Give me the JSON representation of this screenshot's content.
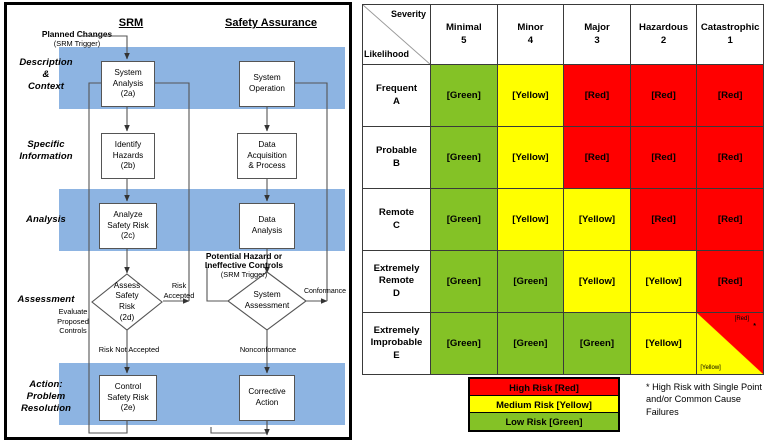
{
  "flow_diagram": {
    "column_titles": [
      {
        "label": "SRM"
      },
      {
        "label": "Safety Assurance"
      }
    ],
    "entry_note": {
      "line1": "Planned Changes",
      "line2": "(SRM Trigger)"
    },
    "stage_labels": [
      {
        "label": "Description\n&\nContext"
      },
      {
        "label": "Specific\nInformation"
      },
      {
        "label": "Analysis"
      },
      {
        "label": "Assessment"
      },
      {
        "label": "Action:\nProblem\nResolution"
      }
    ],
    "srm_boxes": [
      {
        "label": "System\nAnalysis\n(2a)"
      },
      {
        "label": "Identify\nHazards\n(2b)"
      },
      {
        "label": "Analyze\nSafety Risk\n(2c)"
      },
      {
        "label": "Control\nSafety Risk\n(2e)"
      }
    ],
    "srm_decision": {
      "label": "Assess\nSafety\nRisk\n(2d)"
    },
    "sa_boxes": [
      {
        "label": "System\nOperation"
      },
      {
        "label": "Data\nAcquisition\n& Process"
      },
      {
        "label": "Data\nAnalysis"
      },
      {
        "label": "Corrective\nAction"
      }
    ],
    "sa_decision": {
      "label": "System\nAssessment"
    },
    "edge_labels": [
      {
        "label": "Risk\nAccepted"
      },
      {
        "label": "Risk Not Accepted"
      },
      {
        "label": "Evaluate\nProposed\nControls"
      },
      {
        "label": "Conformance"
      },
      {
        "label": "Nonconformance"
      }
    ],
    "trigger_note": {
      "line1": "Potential Hazard or",
      "line2": "Ineffective Controls",
      "line3": "(SRM Trigger)"
    },
    "band_color": "#8DB4E2"
  },
  "risk_matrix": {
    "corner": {
      "severity_label": "Severity",
      "likelihood_label": "Likelihood"
    },
    "severity_columns": [
      {
        "name": "Minimal",
        "level": "5"
      },
      {
        "name": "Minor",
        "level": "4"
      },
      {
        "name": "Major",
        "level": "3"
      },
      {
        "name": "Hazardous",
        "level": "2"
      },
      {
        "name": "Catastrophic",
        "level": "1"
      }
    ],
    "likelihood_rows": [
      {
        "name": "Frequent",
        "code": "A"
      },
      {
        "name": "Probable",
        "code": "B"
      },
      {
        "name": "Remote",
        "code": "C"
      },
      {
        "name": "Extremely\nRemote",
        "code": "D"
      },
      {
        "name": "Extremely\nImprobable",
        "code": "E"
      }
    ],
    "cells": [
      [
        {
          "risk": "green",
          "label": "[Green]"
        },
        {
          "risk": "yellow",
          "label": "[Yellow]"
        },
        {
          "risk": "red",
          "label": "[Red]"
        },
        {
          "risk": "red",
          "label": "[Red]"
        },
        {
          "risk": "red",
          "label": "[Red]"
        }
      ],
      [
        {
          "risk": "green",
          "label": "[Green]"
        },
        {
          "risk": "yellow",
          "label": "[Yellow]"
        },
        {
          "risk": "red",
          "label": "[Red]"
        },
        {
          "risk": "red",
          "label": "[Red]"
        },
        {
          "risk": "red",
          "label": "[Red]"
        }
      ],
      [
        {
          "risk": "green",
          "label": "[Green]"
        },
        {
          "risk": "yellow",
          "label": "[Yellow]"
        },
        {
          "risk": "yellow",
          "label": "[Yellow]"
        },
        {
          "risk": "red",
          "label": "[Red]"
        },
        {
          "risk": "red",
          "label": "[Red]"
        }
      ],
      [
        {
          "risk": "green",
          "label": "[Green]"
        },
        {
          "risk": "green",
          "label": "[Green]"
        },
        {
          "risk": "yellow",
          "label": "[Yellow]"
        },
        {
          "risk": "yellow",
          "label": "[Yellow]"
        },
        {
          "risk": "red",
          "label": "[Red]"
        }
      ],
      [
        {
          "risk": "green",
          "label": "[Green]"
        },
        {
          "risk": "green",
          "label": "[Green]"
        },
        {
          "risk": "green",
          "label": "[Green]"
        },
        {
          "risk": "yellow",
          "label": "[Yellow]"
        },
        {
          "risk": "split",
          "label_red": "[Red]",
          "label_yellow": "[Yellow]",
          "star": "*"
        }
      ]
    ],
    "legend": [
      {
        "risk": "red",
        "label": "High Risk [Red]"
      },
      {
        "risk": "yellow",
        "label": "Medium Risk [Yellow]"
      },
      {
        "risk": "green",
        "label": "Low Risk [Green]"
      }
    ],
    "footnote": "* High Risk with Single Point and/or Common Cause Failures",
    "colors": {
      "red": "#FF0000",
      "yellow": "#FFFF00",
      "green": "#84C226"
    }
  }
}
